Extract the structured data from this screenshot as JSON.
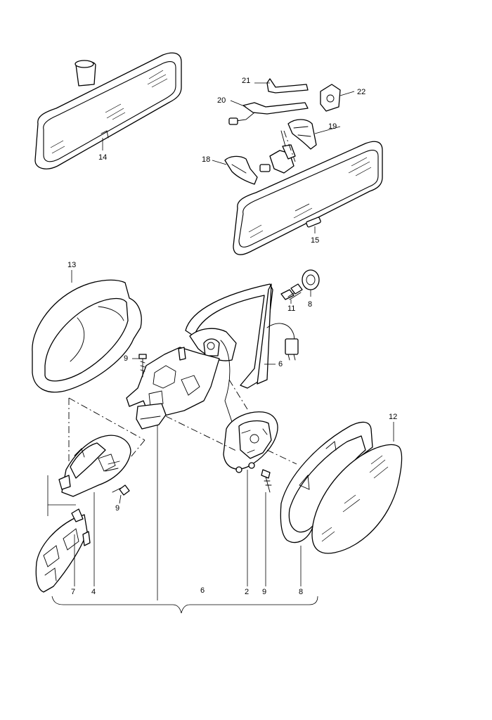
{
  "callouts": {
    "c14": "14",
    "c21": "21",
    "c22": "22",
    "c20": "20",
    "c19": "19",
    "c18": "18",
    "c15": "15",
    "c13": "13",
    "c11": "11",
    "c8a": "8",
    "c9a": "9",
    "c6a": "6",
    "c12": "12",
    "c9b": "9",
    "c7": "7",
    "c4": "4",
    "c6b": "6",
    "c2": "2",
    "c9c": "9",
    "c8b": "8"
  },
  "colors": {
    "line": "#000000",
    "background": "#ffffff"
  }
}
